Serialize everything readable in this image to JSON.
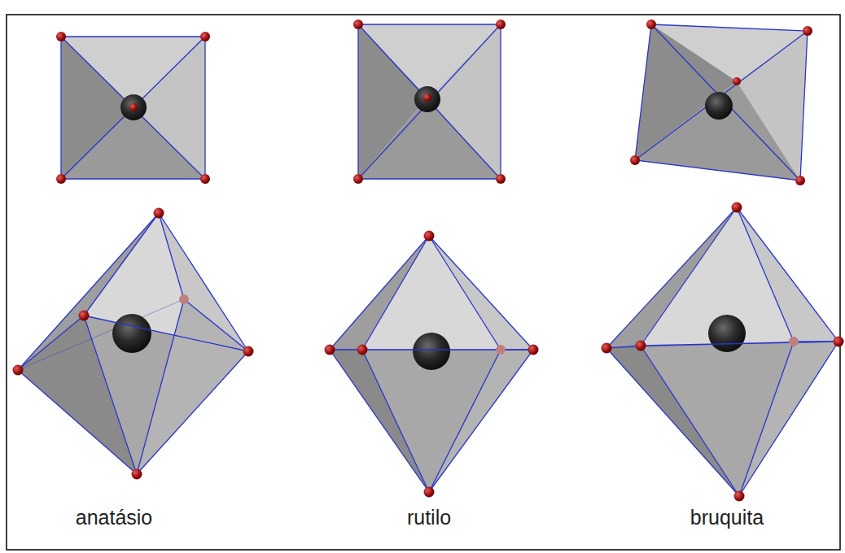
{
  "diagram": {
    "labels": [
      "anatásio",
      "rutilo",
      "bruquita"
    ]
  }
}
